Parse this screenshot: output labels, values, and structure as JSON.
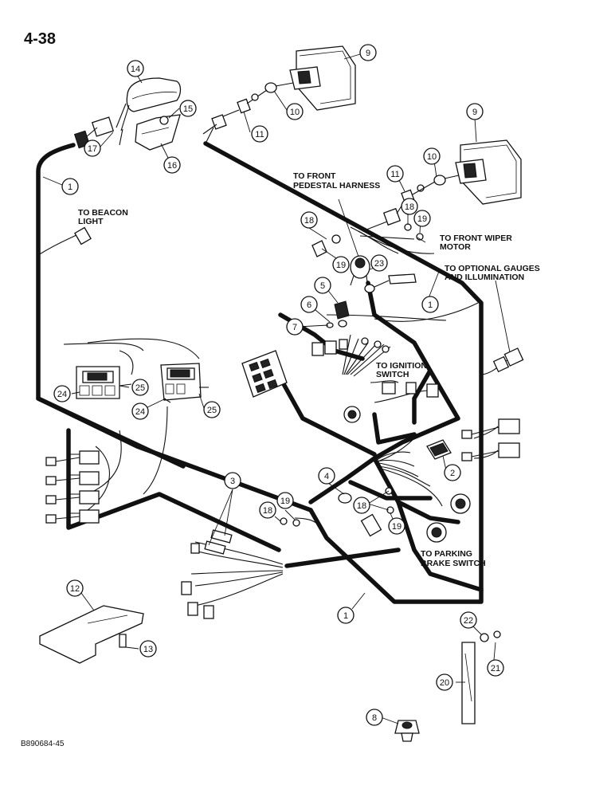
{
  "page_number": "4-38",
  "figure_code": "B890684-45",
  "labels": {
    "beacon": [
      "TO BEACON",
      "LIGHT"
    ],
    "front_pedestal": [
      "TO FRONT",
      "PEDESTAL HARNESS"
    ],
    "front_wiper": [
      "TO FRONT WIPER",
      "MOTOR"
    ],
    "optional_gauges": [
      "TO OPTIONAL GAUGES",
      "AND ILLUMINATION"
    ],
    "ignition": [
      "TO IGNITION",
      "SWITCH"
    ],
    "parking_brake": [
      "TO PARKING",
      "BRAKE SWITCH"
    ]
  },
  "callouts": {
    "c14": "14",
    "c15": "15",
    "c16": "16",
    "c17": "17",
    "c9a": "9",
    "c9b": "9",
    "c10a": "10",
    "c10b": "10",
    "c11a": "11",
    "c11b": "11",
    "c1a": "1",
    "c1b": "1",
    "c1c": "1",
    "c18a": "18",
    "c18b": "18",
    "c18c": "18",
    "c18d": "18",
    "c19a": "19",
    "c19b": "19",
    "c19c": "19",
    "c19d": "19",
    "c23": "23",
    "c5": "5",
    "c6": "6",
    "c7": "7",
    "c24a": "24",
    "c24b": "24",
    "c25a": "25",
    "c25b": "25",
    "c2": "2",
    "c3": "3",
    "c4": "4",
    "c12": "12",
    "c13": "13",
    "c20": "20",
    "c21": "21",
    "c22": "22",
    "c8": "8"
  }
}
